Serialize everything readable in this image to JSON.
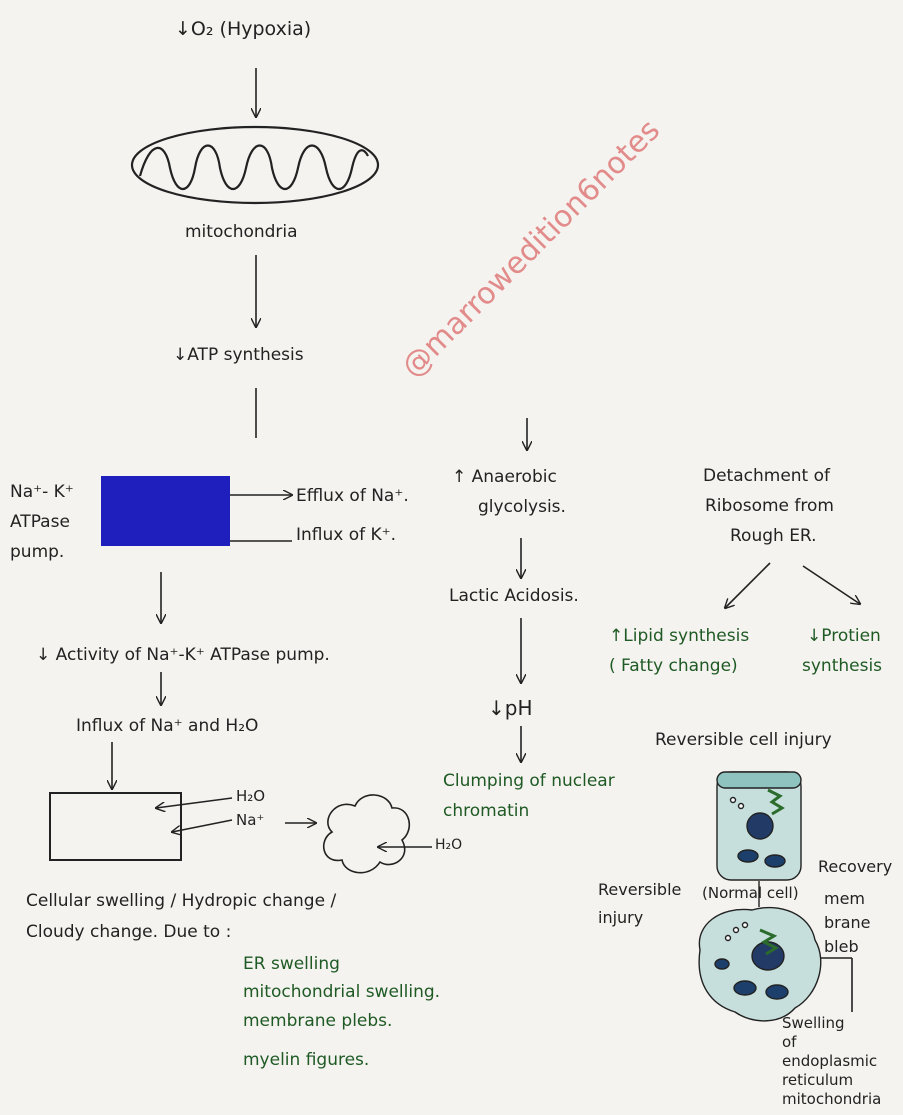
{
  "watermark": "@marrowedition6notes",
  "hypoxia": "↓O₂ (Hypoxia)",
  "mitochondria": "mitochondria",
  "atp": "↓ATP synthesis",
  "pump": {
    "label_1": "Na⁺- K⁺",
    "label_2": "ATPase",
    "label_3": "pump.",
    "efflux": "Efflux of Na⁺.",
    "influx": "Influx of K⁺."
  },
  "activity": "↓ Activity of Na⁺-K⁺ ATPase pump.",
  "influx_na_h2o": "Influx of Na⁺ and H₂O",
  "h2o_1": "H₂O",
  "na": "Na⁺",
  "h2o_2": "H₂O",
  "swelling": {
    "line_1": "Cellular swelling / Hydropic change /",
    "line_2": "Cloudy change. Due to :"
  },
  "causes": [
    "ER swelling",
    "mitochondrial swelling.",
    "membrane plebs.",
    "myelin figures."
  ],
  "glycolysis": {
    "line_1": "↑ Anaerobic",
    "line_2": "glycolysis."
  },
  "lactic": "Lactic Acidosis.",
  "ph": "↓pH",
  "clumping": {
    "line_1": "Clumping of nuclear",
    "line_2": "chromatin"
  },
  "ribosome": {
    "line_1": "Detachment of",
    "line_2": "Ribosome from",
    "line_3": "Rough ER."
  },
  "lipid": {
    "line_1": "↑Lipid synthesis",
    "line_2": "( Fatty change)"
  },
  "protein": {
    "line_1": "↓Protien",
    "line_2": "synthesis"
  },
  "reversible_title": "Reversible cell injury",
  "recovery": "Recovery",
  "reversible_injury": {
    "line_1": "Reversible",
    "line_2": "injury"
  },
  "normal_cell": "(Normal cell)",
  "bleb": {
    "line_1": "mem",
    "line_2": "brane",
    "line_3": "bleb"
  },
  "er_swelling": {
    "line_1": "Swelling",
    "line_2": "of",
    "line_3": "endoplasmic",
    "line_4": "reticulum",
    "line_5": "mitochondria"
  },
  "colors": {
    "pump_box": "#1f1fbd",
    "green_text": "#1f5a25",
    "watermark": "#e07a7a"
  }
}
